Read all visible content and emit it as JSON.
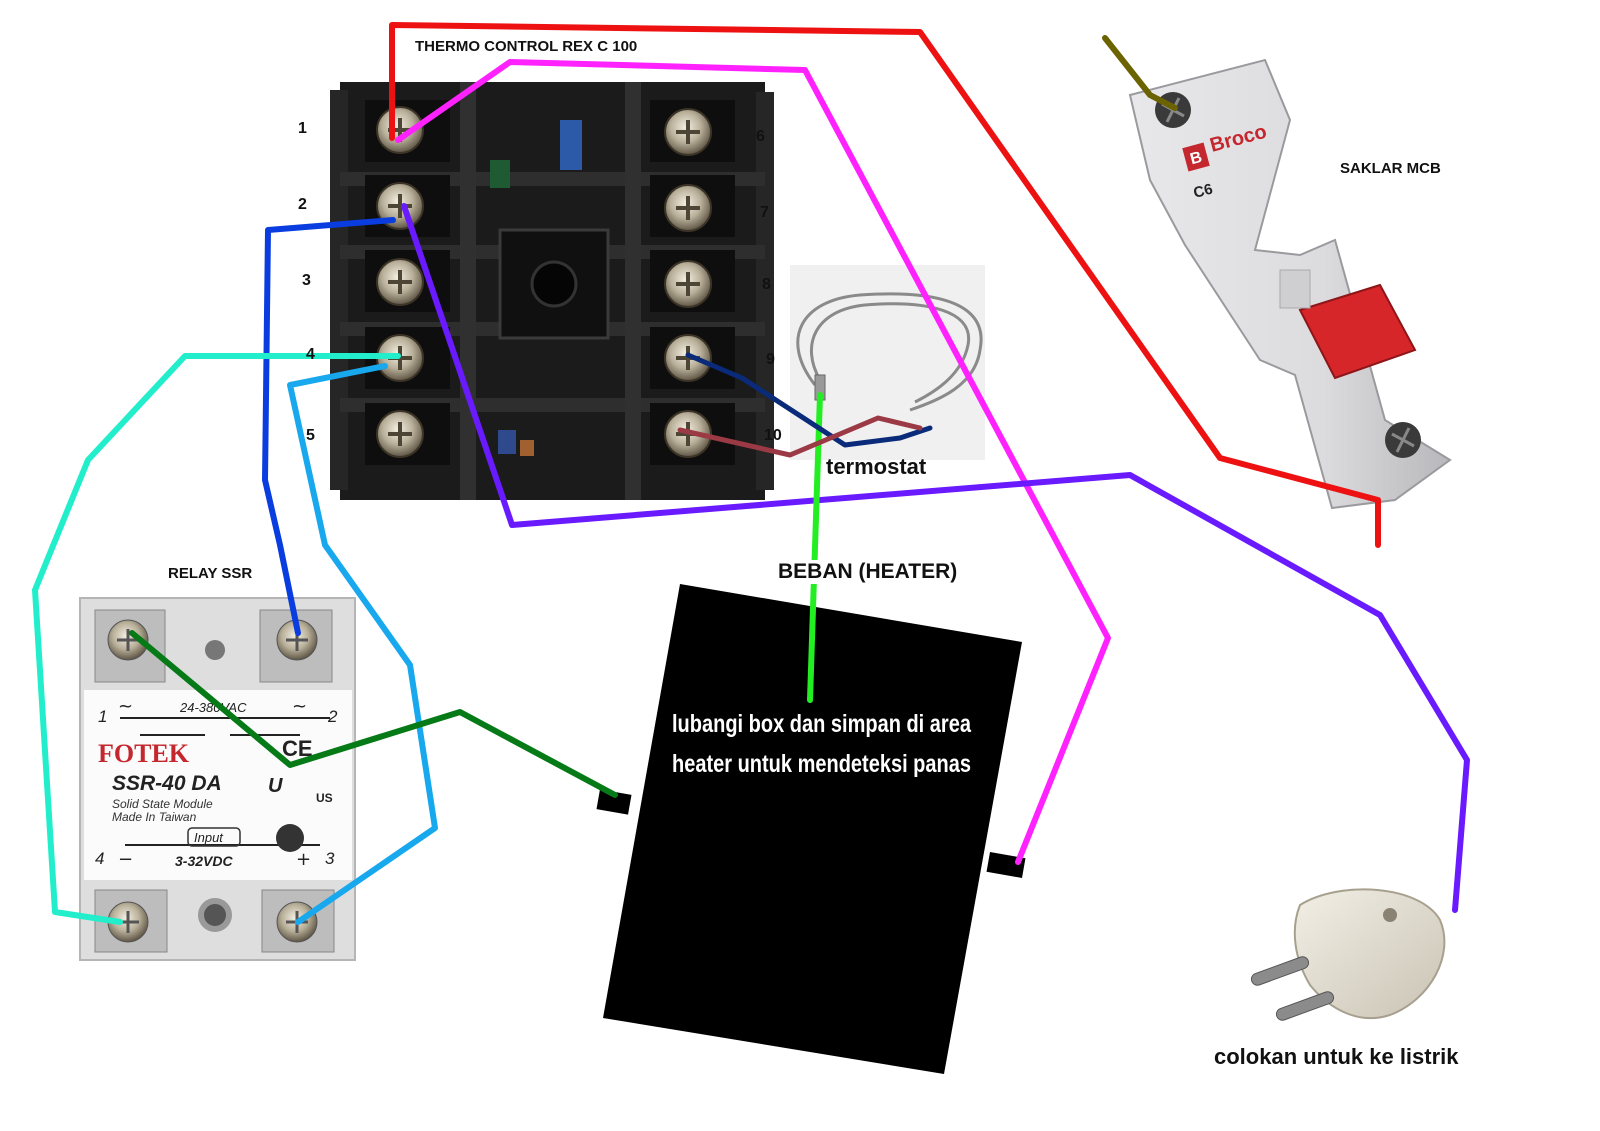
{
  "labels": {
    "controller_title": "THERMO CONTROL REX C 100",
    "mcb_title": "SAKLAR MCB",
    "ssr_title": "RELAY SSR",
    "heater_title": "BEBAN (HEATER)",
    "thermostat_title": "termostat",
    "plug_title": "colokan untuk ke listrik",
    "heater_note_line1": "lubangi box dan simpan di area",
    "heater_note_line2": "heater untuk mendeteksi panas"
  },
  "terminals_left": [
    "1",
    "2",
    "3",
    "4",
    "5"
  ],
  "terminals_right": [
    "6",
    "7",
    "8",
    "9",
    "10"
  ],
  "ssr_marks": {
    "brand": "FOTEK",
    "model": "SSR-40 DA",
    "line1": "Solid State Module",
    "line2": "Made In Taiwan",
    "ac_range": "24-380VAC",
    "dc_range": "3-32VDC",
    "input": "Input",
    "pin1": "1",
    "pin2": "2",
    "pin3": "3",
    "pin4": "4",
    "ce": "CE",
    "ul": "US"
  },
  "mcb_marks": {
    "brand": "Broco",
    "rating": "C6"
  },
  "wire_colors": {
    "red": "#ee1111",
    "magenta": "#ff22ff",
    "olive": "#6b6200",
    "violet": "#6a1aff",
    "blue": "#0a3ddf",
    "cyan": "#22eecc",
    "skyblue": "#18a8ee",
    "green": "#067a16",
    "lime": "#22ee22",
    "navy": "#0a2a7a",
    "maroon": "#9b3a44"
  }
}
